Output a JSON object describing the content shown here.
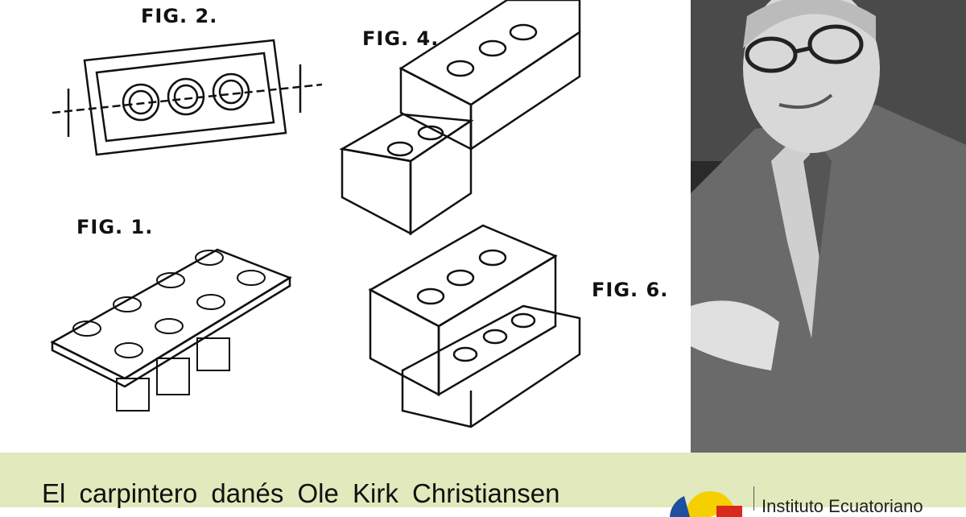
{
  "patent": {
    "figures": [
      "FIG. 1.",
      "FIG. 2.",
      "FIG. 4.",
      "FIG. 6."
    ]
  },
  "caption": {
    "text": "El carpintero danés Ole Kirk Christiansen"
  },
  "logo": {
    "text": "Instituto Ecuatoriano",
    "colors": [
      "#f5cf00",
      "#1f4fa0",
      "#d9281c"
    ]
  },
  "colors": {
    "bar": "#e2e9bc"
  }
}
